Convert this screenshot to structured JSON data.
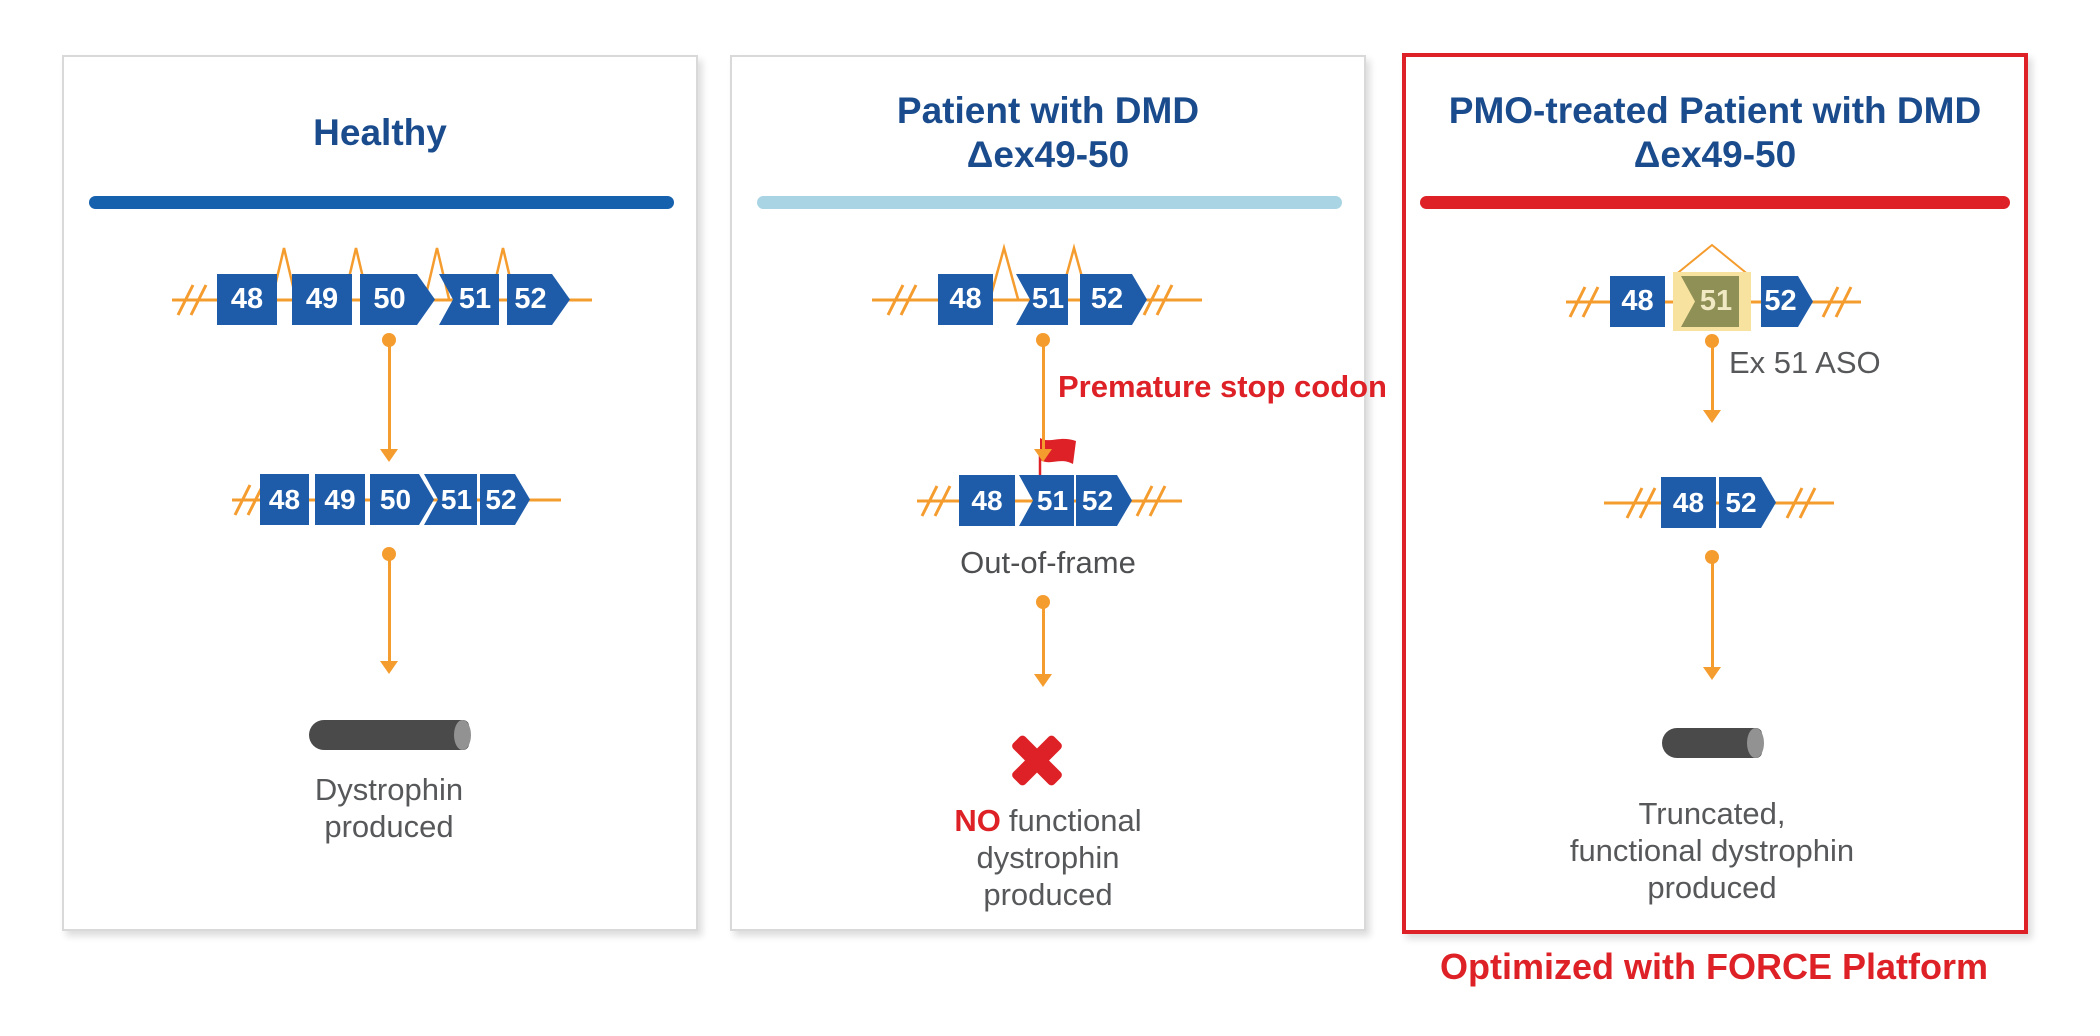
{
  "colors": {
    "navy": "#1a4b8c",
    "exon_blue": "#1e5ca9",
    "bar_blue": "#1561ae",
    "bar_light_blue": "#a9d4e4",
    "red": "#de2126",
    "orange": "#f59c2f",
    "gray_text": "#57585a",
    "rod_gray": "#4a4a4a",
    "rod_cap_gray": "#929292",
    "olive": "#8e9055",
    "cream_text": "#f0e9c4",
    "aso_highlight_yellow": "#f8e2a0",
    "panel_border_gray": "#d9d9d9"
  },
  "panels": [
    {
      "title_lines": [
        "Healthy"
      ],
      "pre_mrna": {
        "exons": [
          "48",
          "49",
          "50",
          "51",
          "52"
        ]
      },
      "mrna": {
        "exons": [
          "48",
          "49",
          "50",
          "51",
          "52"
        ]
      },
      "caption_lines": [
        "Dystrophin",
        "produced"
      ]
    },
    {
      "title_lines": [
        "Patient with DMD",
        "Δex49-50"
      ],
      "pre_mrna": {
        "exons": [
          "48",
          "51",
          "52"
        ]
      },
      "stop_label": "Premature stop codon",
      "mrna": {
        "exons": [
          "48",
          "51",
          "52"
        ]
      },
      "frame_label": "Out-of-frame",
      "caption_no": "NO",
      "caption_functional": "functional",
      "caption_lines": [
        "dystrophin",
        "produced"
      ]
    },
    {
      "title_lines": [
        "PMO-treated Patient with DMD",
        "Δex49-50"
      ],
      "pre_mrna": {
        "exons": [
          "48",
          "51",
          "52"
        ]
      },
      "aso_label": "Ex 51 ASO",
      "mrna": {
        "exons": [
          "48",
          "52"
        ]
      },
      "caption_lines": [
        "Truncated,",
        "functional dystrophin",
        "produced"
      ]
    }
  ],
  "footer": "Optimized with FORCE Platform"
}
